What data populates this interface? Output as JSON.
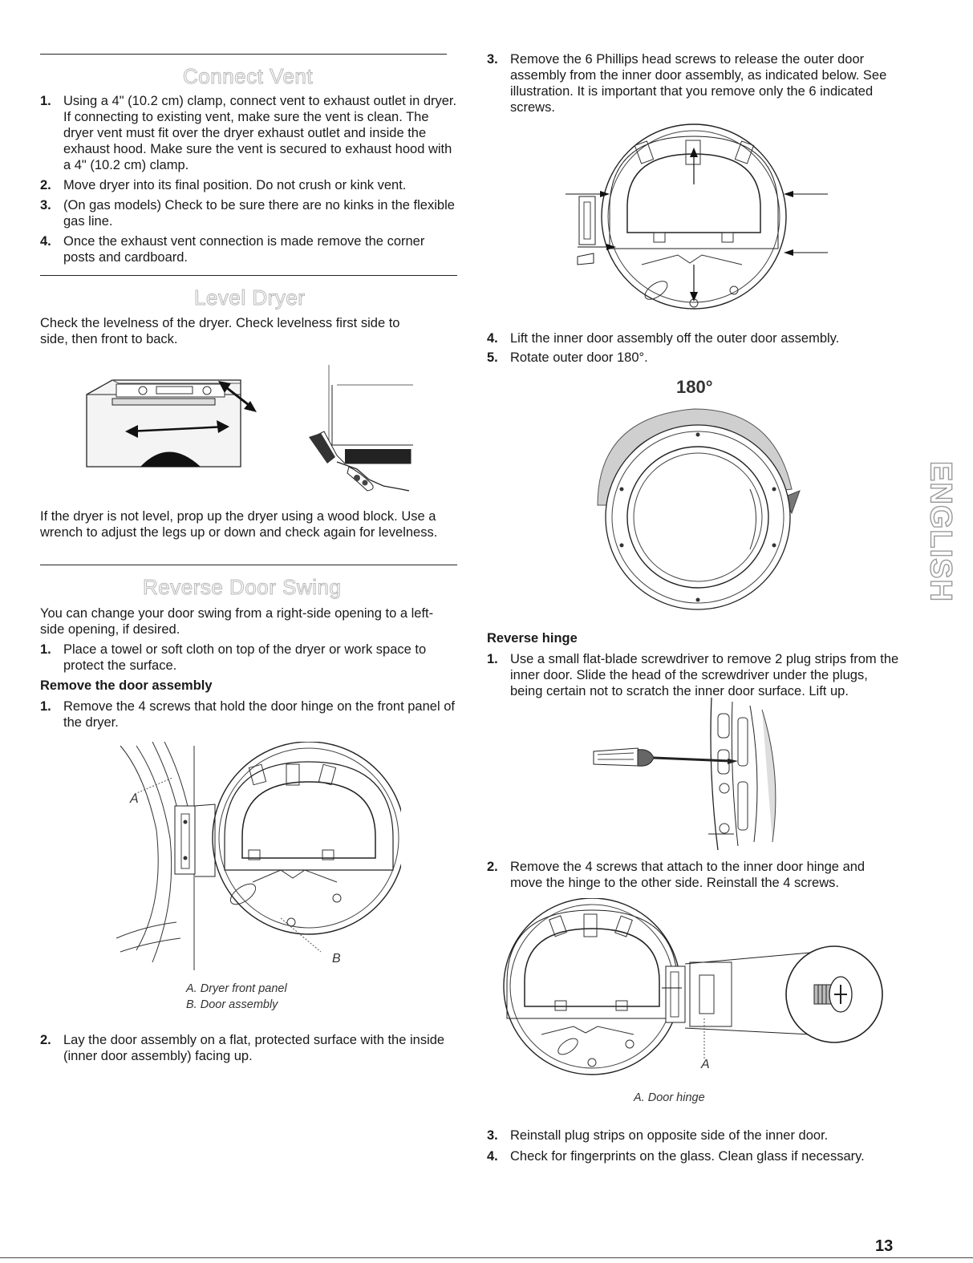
{
  "connect_vent": {
    "title": "Connect Vent",
    "steps": [
      {
        "num": "1.",
        "text": "Using a 4\" (10.2 cm) clamp, connect vent to exhaust outlet in dryer. If connecting to existing vent, make sure the vent is clean. The dryer vent must fit over the dryer exhaust outlet and inside the exhaust hood. Make sure the vent is secured to exhaust hood with a 4\" (10.2 cm) clamp."
      },
      {
        "num": "2.",
        "text": "Move dryer into its final position. Do not crush or kink vent."
      },
      {
        "num": "3.",
        "text": "(On gas models) Check to be sure there are no kinks in the flexible gas line."
      },
      {
        "num": "4.",
        "text": "Once the exhaust vent connection is made remove the corner posts and cardboard."
      }
    ]
  },
  "level_dryer": {
    "title": "Level Dryer",
    "intro": "Check the levelness of the dryer. Check levelness first side to side, then front to back.",
    "after": "If the dryer is not level, prop up the dryer using a wood block. Use a wrench to adjust the legs up or down and check again for levelness."
  },
  "reverse_door": {
    "title": "Reverse Door Swing",
    "intro": "You can change your door swing from a right-side opening to a left-side opening, if desired.",
    "step1": {
      "num": "1.",
      "text": "Place a towel or soft cloth on top of the dryer or work space to protect the surface."
    },
    "remove_heading": "Remove the door assembly",
    "remove_steps": [
      {
        "num": "1.",
        "text": "Remove the 4 screws that hold the door hinge on the front panel of the dryer."
      },
      {
        "num": "2.",
        "text": "Lay the door assembly on a flat, protected surface with the inside (inner door assembly) facing up."
      }
    ],
    "fig_label_a": "A",
    "fig_label_b": "B",
    "caption_a": "A. Dryer front panel",
    "caption_b": "B. Door assembly"
  },
  "right_column": {
    "steps_top": [
      {
        "num": "3.",
        "text": "Remove the 6 Phillips head screws to release the outer door assembly from the inner door assembly, as indicated below. See illustration. It is important that you remove only the 6 indicated screws."
      }
    ],
    "steps_mid": [
      {
        "num": "4.",
        "text": "Lift the inner door assembly off the outer door assembly."
      },
      {
        "num": "5.",
        "text": "Rotate outer door 180°."
      }
    ],
    "rotate_label": "180°",
    "hinge_heading": "Reverse hinge",
    "hinge_steps": [
      {
        "num": "1.",
        "text": "Use a small flat-blade screwdriver to remove 2 plug strips from the inner door. Slide the head of the screwdriver under the plugs, being certain not to scratch the inner door surface. Lift up."
      },
      {
        "num": "2.",
        "text": "Remove the 4 screws that attach to the inner door hinge and move the hinge to the other side. Reinstall the 4 screws."
      }
    ],
    "hinge_label_a": "A",
    "hinge_caption": "A. Door hinge",
    "final_steps": [
      {
        "num": "3.",
        "text": "Reinstall plug strips on opposite side of the inner door."
      },
      {
        "num": "4.",
        "text": "Check for fingerprints on the glass. Clean glass if necessary."
      }
    ]
  },
  "side_tab": "ENGLISH",
  "page_number": "13"
}
